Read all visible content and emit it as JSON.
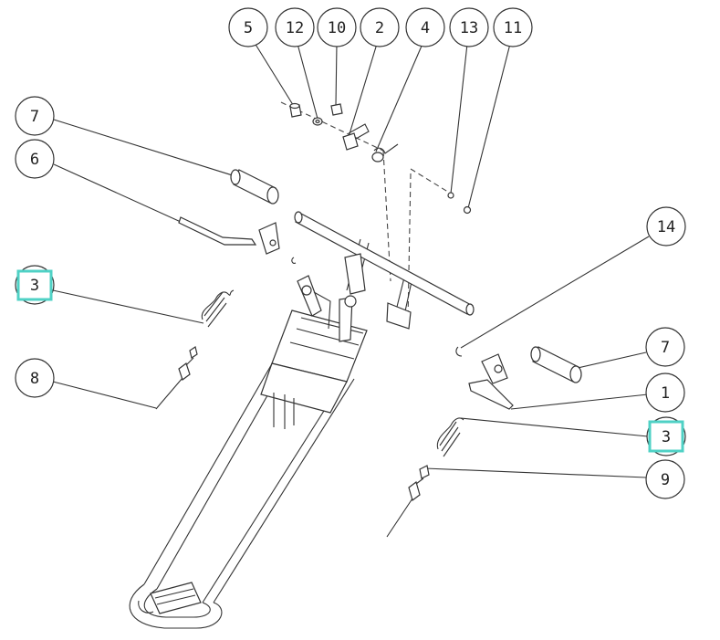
{
  "callouts": [
    {
      "id": "c5",
      "label": "5"
    },
    {
      "id": "c12",
      "label": "12"
    },
    {
      "id": "c10",
      "label": "10"
    },
    {
      "id": "c2",
      "label": "2"
    },
    {
      "id": "c4",
      "label": "4"
    },
    {
      "id": "c13",
      "label": "13"
    },
    {
      "id": "c11",
      "label": "11"
    },
    {
      "id": "c7a",
      "label": "7"
    },
    {
      "id": "c6",
      "label": "6"
    },
    {
      "id": "c3a",
      "label": "3"
    },
    {
      "id": "c8",
      "label": "8"
    },
    {
      "id": "c14",
      "label": "14"
    },
    {
      "id": "c7b",
      "label": "7"
    },
    {
      "id": "c1",
      "label": "1"
    },
    {
      "id": "c3b",
      "label": "3"
    },
    {
      "id": "c9",
      "label": "9"
    }
  ],
  "highlights": [
    "c3a",
    "c3b"
  ],
  "highlight_color": "#4fd1c5"
}
